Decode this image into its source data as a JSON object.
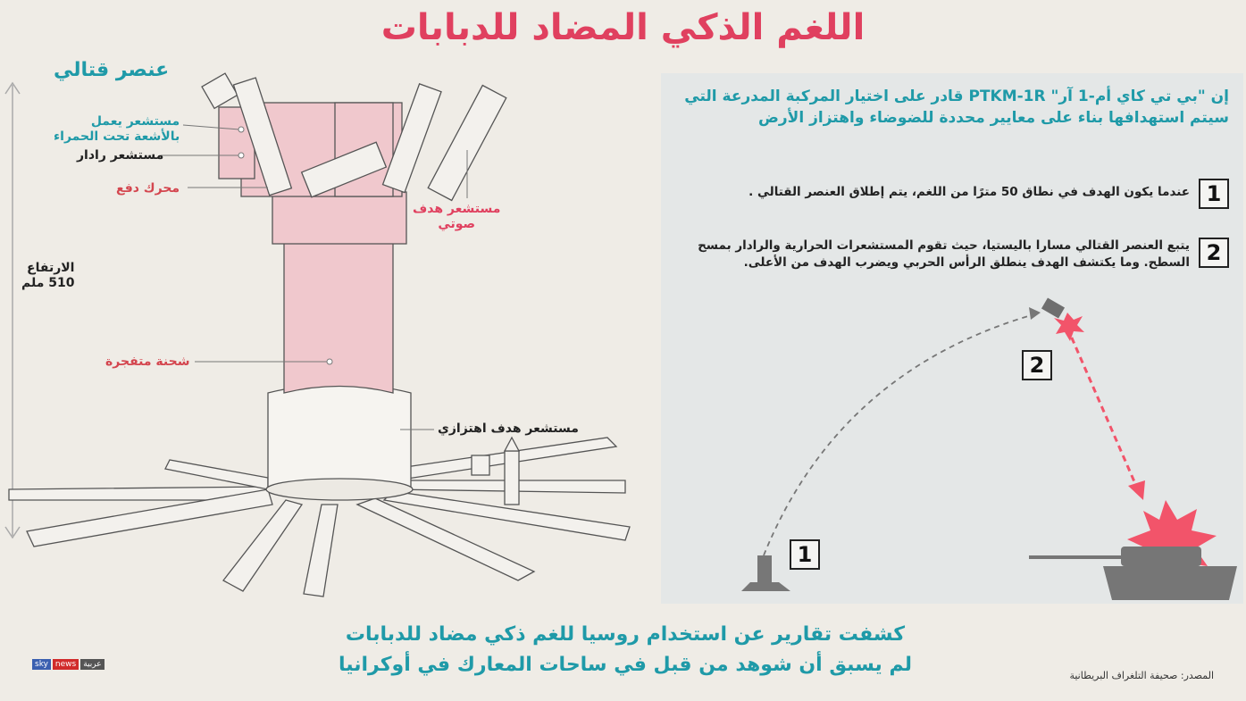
{
  "title": "اللغم الذكي المضاد للدبابات",
  "combat_element_label": "عنصر قتالي",
  "labels": {
    "ir_sensor_line1": "مستشعر يعمل",
    "ir_sensor_line2": "بالأشعة تحت الحمراء",
    "radar_sensor": "مستشعر رادار",
    "propulsion_motor": "محرك دفع",
    "acoustic_sensor_line1": "مستشعر هدف",
    "acoustic_sensor_line2": "صوتي",
    "height_line1": "الارتفاع",
    "height_line2": "510 ملم",
    "explosive_charge": "شحنة متفجرة",
    "seismic_sensor": "مستشعر هدف اهتزازي"
  },
  "headline_line1": "إن \"بي تي كاي أم-1 آر\" PTKM-1R قادر على اختيار المركبة المدرعة التي",
  "headline_line2": "سيتم استهدافها بناء على معايير محددة للضوضاء واهتزاز الأرض",
  "steps": [
    {
      "num": "1",
      "text": "عندما يكون الهدف في نطاق 50 مترًا من اللغم، يتم إطلاق العنصر القتالي ."
    },
    {
      "num": "2",
      "text_line1": "يتبع العنصر القتالي مسارا باليستيا، حيث تقوم المستشعرات الحرارية والرادار بمسح",
      "text_line2": "السطح. وما يكتشف الهدف ينطلق الرأس الحربي ويضرب الهدف من الأعلى."
    }
  ],
  "markers": [
    "1",
    "2"
  ],
  "bottom_line1": "كشفت تقارير عن استخدام روسيا للغم ذكي مضاد للدبابات",
  "bottom_line2": "لم يسبق أن شوهد من قبل في ساحات المعارك في أوكرانيا",
  "source": "المصدر: صحيفة التلغراف البريطانية",
  "logo": {
    "sky": "sky",
    "news": "news",
    "arabia": "عربية"
  },
  "colors": {
    "accent_teal": "#1f9aa8",
    "accent_pink": "#e0405f",
    "mine_body": "#f0c8cd",
    "tank": "#767676",
    "explosion": "#f2546a"
  }
}
